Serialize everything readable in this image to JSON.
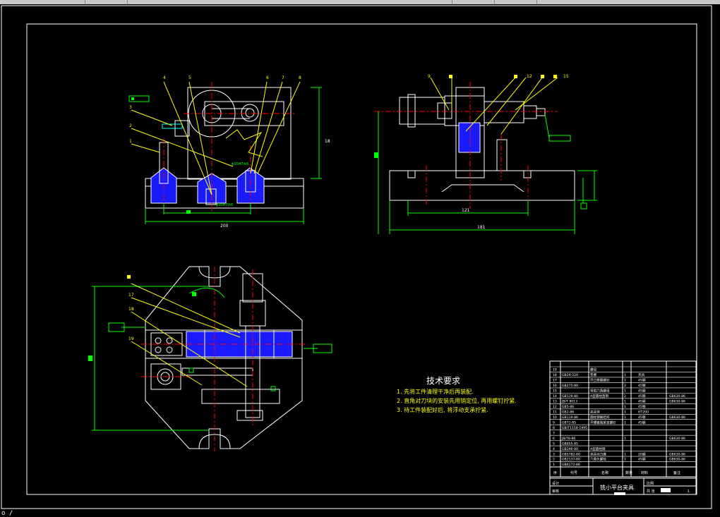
{
  "window": {
    "corner_char": "o /"
  },
  "colors": {
    "background": "#000000",
    "outline": "#ffffff",
    "annotation": "#ffff00",
    "dimension": "#00ff00",
    "centerline": "#ff0000",
    "hatch": "#1a1aff",
    "part": "#00ffff",
    "highlight": "#ff00ff"
  },
  "front_view": {
    "balloons": [
      "4",
      "5",
      "6",
      "7",
      "8",
      "3",
      "2",
      "1"
    ],
    "dims": {
      "overall_width": "200",
      "height": "18",
      "fit": "ϕ35H7/k6",
      "bore": "ϕ30H7/k6"
    }
  },
  "side_view": {
    "balloons": [
      "9",
      "12",
      "15"
    ],
    "dims": {
      "inner_width": "121",
      "overall_width": "181"
    }
  },
  "top_view": {
    "balloons": [
      "17",
      "18",
      "19"
    ]
  },
  "tech_requirements": {
    "title": "技术要求",
    "items": [
      "1. 先将工件清理干净后再装配.",
      "2. 直角对刀块的安装先用销定位, 再用螺钉拧紧.",
      "3. 待工件装配好后, 将浮动支承拧紧."
    ]
  },
  "bom": {
    "rows": [
      {
        "no": "19",
        "code": "",
        "name": "螺母",
        "qty": "",
        "material": "",
        "note": ""
      },
      {
        "no": "18",
        "code": "GB29-220",
        "name": "垫圈",
        "qty": "1",
        "material": "夹具",
        "note": ""
      },
      {
        "no": "17",
        "code": "",
        "name": "开口垫圈螺钉",
        "qty": "1",
        "material": "45钢",
        "note": ""
      },
      {
        "no": "16",
        "code": "GB275-80",
        "name": "",
        "qty": "2",
        "material": "45钢",
        "note": ""
      },
      {
        "no": "15",
        "code": "",
        "name": "带肩六角螺母",
        "qty": "1",
        "material": "45钢",
        "note": ""
      },
      {
        "no": "14",
        "code": "GB119-80",
        "name": "A型圆柱直销",
        "qty": "2",
        "material": "45钢",
        "note": "GB630-86"
      },
      {
        "no": "13",
        "code": "JB/T 8013",
        "name": "",
        "qty": "1",
        "material": "45钢",
        "note": "GB630-86"
      },
      {
        "no": "12",
        "code": "GB5-86",
        "name": "",
        "qty": "1",
        "material": "45钢",
        "note": ""
      },
      {
        "no": "11",
        "code": "GB2-86",
        "name": "夹具体",
        "qty": "1",
        "material": "HT200",
        "note": ""
      },
      {
        "no": "10",
        "code": "GB119-86",
        "name": "圆柱销联结杆",
        "qty": "1",
        "material": "45钢",
        "note": "GB630-86"
      },
      {
        "no": "9",
        "code": "GB71-85",
        "name": "开槽锥端紧定螺钉",
        "qty": "1",
        "material": "45钢",
        "note": ""
      },
      {
        "no": "8",
        "code": "GB/T1158-1995",
        "name": "",
        "qty": "",
        "material": "",
        "note": ""
      },
      {
        "no": "7",
        "code": "",
        "name": "",
        "qty": "",
        "material": "",
        "note": ""
      },
      {
        "no": "6",
        "code": "JB/T8-86",
        "name": "",
        "qty": "1",
        "material": "",
        "note": "GB630-86"
      },
      {
        "no": "5",
        "code": "GB855-85",
        "name": "",
        "qty": "",
        "material": "",
        "note": ""
      },
      {
        "no": "4",
        "code": "GB296-80",
        "name": "A型圆柱销",
        "qty": "",
        "material": "",
        "note": ""
      },
      {
        "no": "3",
        "code": "GB5782-80",
        "name": "夹具对刀座",
        "qty": "1",
        "material": "20钢",
        "note": "GB630-86"
      },
      {
        "no": "2",
        "code": "GB2137-80",
        "name": "六角头螺栓",
        "qty": "1",
        "material": "45钢",
        "note": "GB630-86"
      },
      {
        "no": "1",
        "code": "GB6172-86",
        "name": "",
        "qty": "",
        "material": "",
        "note": ""
      }
    ],
    "header": {
      "no": "序",
      "code": "代号",
      "name": "名称",
      "qty": "数量",
      "material": "材料",
      "note": "备注"
    },
    "title_block": {
      "name": "铣小平台夹具",
      "scale_label": "比例",
      "sheet_label": "共  张",
      "page": "1",
      "design_label": "设计",
      "check_label": "审核"
    }
  }
}
